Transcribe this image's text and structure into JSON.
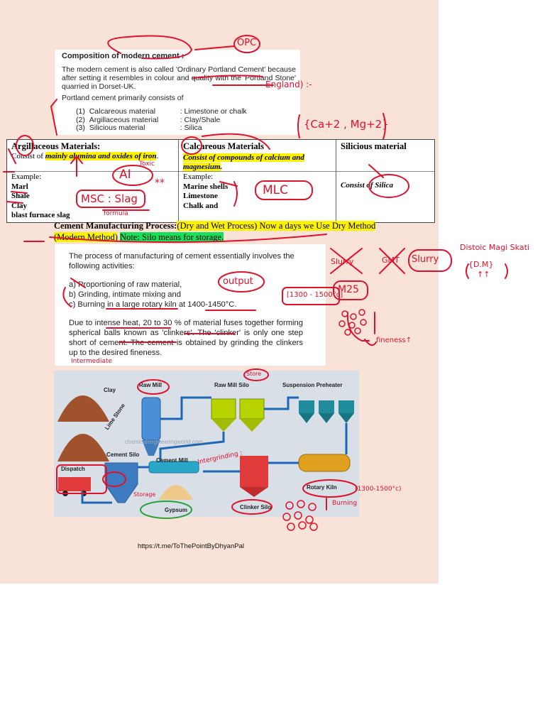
{
  "composition": {
    "title": "Composition of modern cement :",
    "paragraph": "The modern cement is also called 'Ordinary Portland Cement' because after setting it resembles in colour and quality with the 'Portland Stone' quarried in Dorset-UK.",
    "portland_line": "Portland cement primarily consists of",
    "items": [
      {
        "num": "(1)",
        "name": "Calcareous material",
        "value": ": Limestone or chalk"
      },
      {
        "num": "(2)",
        "name": "Argillaceous material",
        "value": ": Clay/Shale"
      },
      {
        "num": "(3)",
        "name": "Silicious material",
        "value": ": Silica"
      }
    ]
  },
  "materials_table": {
    "argillaceous": {
      "header": "Argillaceous Materials:",
      "consist_prefix": "Consist of ",
      "consist_highlight": "mainly alumina and oxides of iron",
      "example_label": "Example:",
      "examples": [
        "Marl",
        "Shale",
        "Clay",
        "blast furnace slag"
      ]
    },
    "calcareous": {
      "header": "Calcareous Materials",
      "consist_highlight": "Consist of compounds of calcium and magnesium",
      "example_label": "Example:",
      "examples": [
        "Marine shells",
        "Limestone",
        "Chalk and"
      ]
    },
    "silicious": {
      "header": "Silicious material",
      "consist": "Consist of Silica"
    }
  },
  "manufacturing": {
    "heading": "Cement Manufacturing Process:",
    "highlight_text": "(Dry and Wet Process) Now a days we Use Dry Method (Modern Method)",
    "note": "Note: Silo means for storage."
  },
  "process": {
    "intro": "The process of manufacturing of cement essentially involves the following activities:",
    "steps": [
      "a)   Proportioning of raw material,",
      "b)   Grinding, intimate mixing and",
      "c)   Burning in a large rotary kiln at 1400-1450°C."
    ],
    "paragraph": "Due to intense heat, 20 to 30 % of material fuses together forming spherical balls known as 'clinkers'. The 'clinker' is only one step short of cement. The cement is obtained by grinding the clinkers up to the desired fineness."
  },
  "diagram": {
    "labels": {
      "clay": "Clay",
      "lime_stone": "Lime Stone",
      "raw_mill": "Raw Mill",
      "raw_mill_silo": "Raw Mill Silo",
      "suspension_preheater": "Suspension Preheater",
      "cement_mill": "Cement Mill",
      "cement_silo": "Cement Silo",
      "dispatch": "Dispatch",
      "gypsum": "Gypsum",
      "clinker_silo": "Clinker Silo",
      "rotary_kiln": "Rotary Kiln",
      "watermark": "chemicalengineeringworld.com"
    }
  },
  "annotations": {
    "opc": "OPC",
    "england": "England) :-",
    "ions": "{Ca+2 , Mg+2}",
    "ai": "AI",
    "toxic": "Toxic",
    "msc_slag": "MSC : Slag",
    "stars": "**",
    "formula": "formula",
    "mlc": "MLC",
    "slurry_1": "Slurry",
    "gmt": "GMT",
    "slurry_2": "Slurry",
    "distoic": "Distoic Magi Skati",
    "dm": "{D.M}",
    "arrows": "↑↑",
    "output": "output",
    "temp_range": "[1300 - 1500°c]",
    "m25": "M25",
    "fineness": "fineness↑",
    "intermediate": "Intermediate",
    "store": "Store",
    "intergrinding": "Intergrinding :",
    "storage": "Storage",
    "kiln_temp": "(1300-1500°c)",
    "burning": "Burning"
  },
  "footer": {
    "url": "https://t.me/ToThePointByDhyanPal"
  }
}
